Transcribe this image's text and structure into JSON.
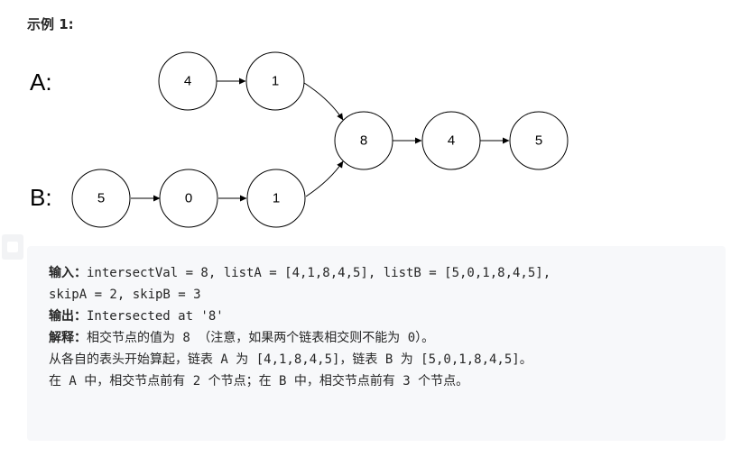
{
  "title": "示例 1:",
  "diagram": {
    "label_a": "A:",
    "label_b": "B:",
    "nodes": {
      "a1": "4",
      "a2": "1",
      "c1": "8",
      "c2": "4",
      "c3": "5",
      "b1": "5",
      "b2": "0",
      "b3": "1"
    }
  },
  "code": {
    "input_label": "输入：",
    "input_value_1": "intersectVal = 8, listA = [4,1,8,4,5], listB = [5,0,1,8,4,5],",
    "input_value_2": "skipA = 2, skipB = 3",
    "output_label": "输出：",
    "output_value": "Intersected at '8'",
    "explain_label": "解释：",
    "explain_line_1": "相交节点的值为 8 （注意，如果两个链表相交则不能为 0）。",
    "explain_line_2": "从各自的表头开始算起，链表 A 为 [4,1,8,4,5]，链表 B 为 [5,0,1,8,4,5]。",
    "explain_line_3": "在 A 中，相交节点前有 2 个节点；在 B 中，相交节点前有 3 个节点。"
  }
}
